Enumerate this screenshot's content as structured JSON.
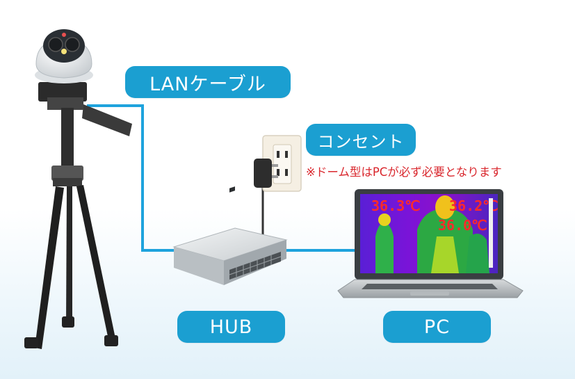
{
  "labels": {
    "lan_cable": "LANケーブル",
    "outlet": "コンセント",
    "note": "※ドーム型はPCが必ず必要となります",
    "hub": "HUB",
    "pc": "PC"
  },
  "screen": {
    "temp_left": "36.3℃",
    "temp_right": "36.2℃",
    "temp_lower": "36.0℃"
  },
  "colors": {
    "label_bg": "#1b9fd1",
    "cable": "#1ea3dd",
    "note": "#d9262c"
  },
  "icons": [
    "dome-camera-icon",
    "tripod-icon",
    "wall-outlet-icon",
    "power-plug-icon",
    "network-hub-icon",
    "laptop-icon"
  ]
}
